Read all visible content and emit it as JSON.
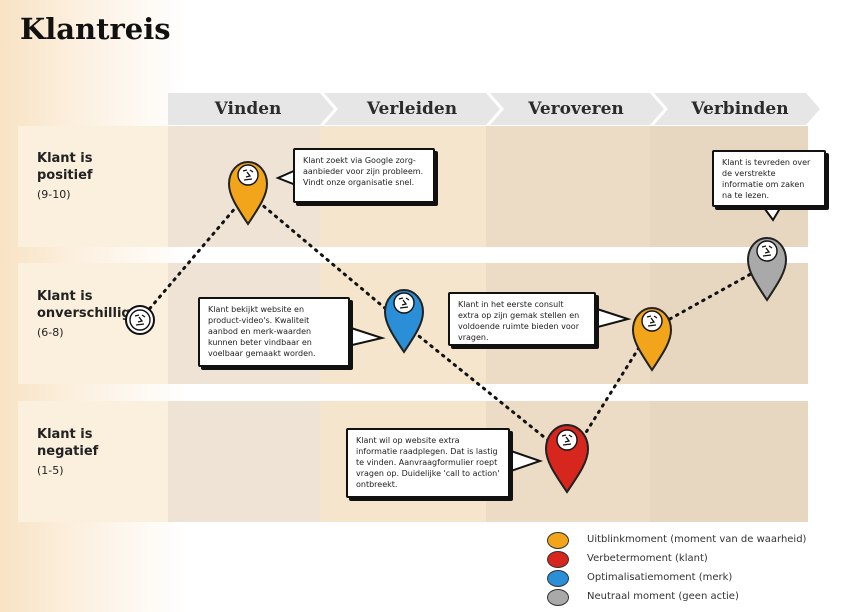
{
  "title": "Klantreis",
  "phases": [
    "Vinden",
    "Verleiden",
    "Veroveren",
    "Verbinden"
  ],
  "rows": [
    {
      "label_line1": "Klant is",
      "label_line2": "positief",
      "score": "(9-10)"
    },
    {
      "label_line1": "Klant is",
      "label_line2": "onverschillig",
      "score": "(6-8)"
    },
    {
      "label_line1": "Klant is",
      "label_line2": "negatief",
      "score": "(1-5)"
    }
  ],
  "bubbles": [
    {
      "text": "Klant zoekt via Google zorg-aanbieder voor zijn probleem. Vindt onze organisatie snel."
    },
    {
      "text": "Klant bekijkt website en product-video's. Kwaliteit aanbod en merk-waarden kunnen beter vindbaar en voelbaar gemaakt worden."
    },
    {
      "text": "Klant in het eerste consult extra op zijn gemak stellen en voldoende ruimte bieden voor vragen."
    },
    {
      "text": "Klant is tevreden over de verstrekte informatie om zaken na te lezen."
    },
    {
      "text": "Klant wil op website extra informatie raadplegen. Dat is lastig te vinden. Aanvraagformulier roept vragen op. Duidelijke 'call to action' ontbreekt."
    }
  ],
  "legend": [
    {
      "label": "Uitblinkmoment (moment van de waarheid)",
      "color": "#f2a51a"
    },
    {
      "label": "Verbetermoment (klant)",
      "color": "#d7261e"
    },
    {
      "label": "Optimalisatiemoment (merk)",
      "color": "#2a8fd6"
    },
    {
      "label": "Neutraal moment (geen actie)",
      "color": "#a9a9a9"
    }
  ],
  "colors": {
    "band_light": "#faedd9",
    "band_mid": "#f2e4cf",
    "band_dark": "#eadbc6",
    "arrow": "#e6e6e6",
    "pin_orange": "#f2a51a",
    "pin_red": "#d7261e",
    "pin_blue": "#2a8fd6",
    "pin_gray": "#a9a9a9"
  }
}
